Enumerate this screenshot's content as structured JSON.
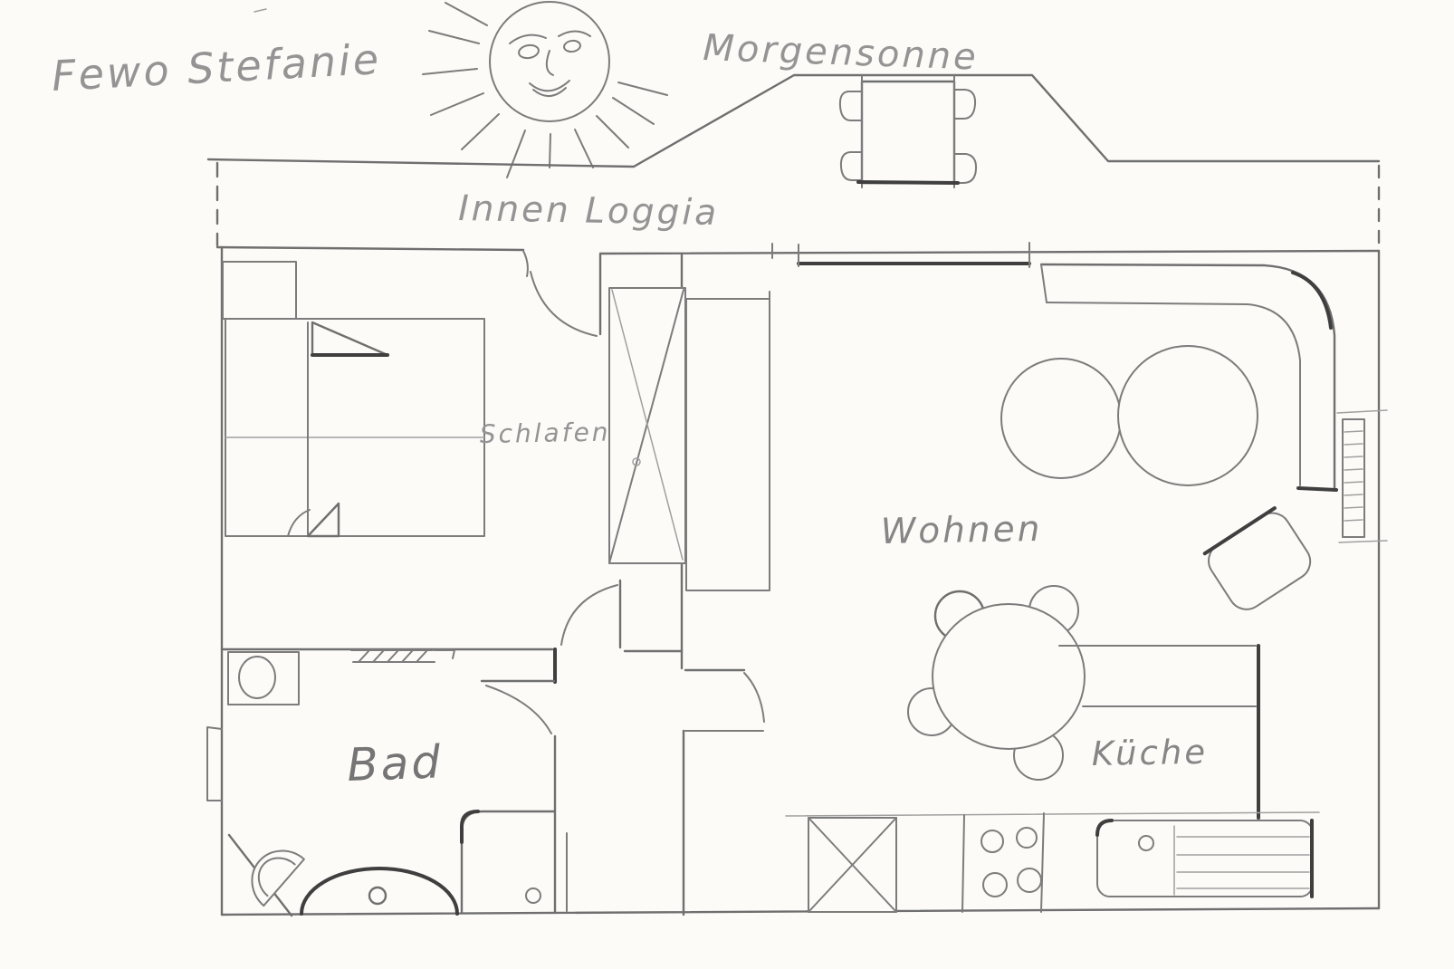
{
  "labels": {
    "title": "Fewo Stefanie",
    "morning_sun": "Morgensonne",
    "loggia": "Innen Loggia",
    "bedroom": "Schlafen",
    "living_room": "Wohnen",
    "bathroom": "Bad",
    "kitchen": "Küche"
  },
  "colors": {
    "paper": "#fcfbf8",
    "pencil": "#6f6f6f",
    "pencil_dark": "#3f3f3f",
    "pencil_light": "#a0a0a0",
    "handwriting": "#868686"
  }
}
